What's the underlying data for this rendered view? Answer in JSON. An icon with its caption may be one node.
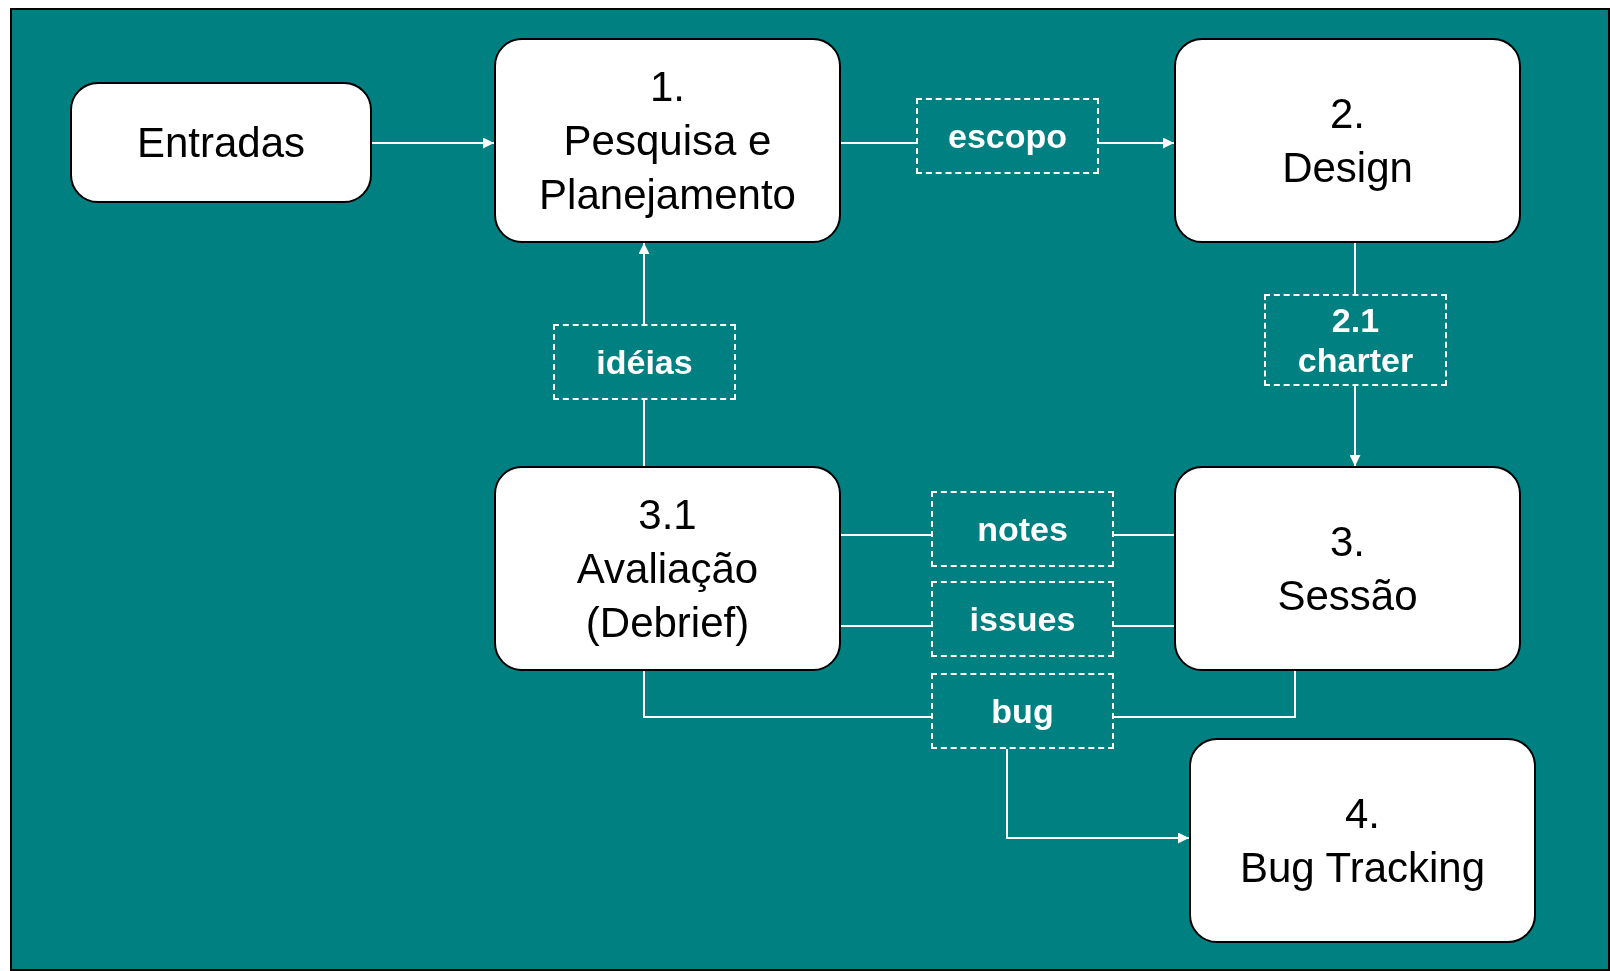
{
  "diagram": {
    "nodes": [
      {
        "text": [
          "Entradas"
        ]
      },
      {
        "text": [
          "1.",
          "Pesquisa e Planejamento"
        ]
      },
      {
        "text": [
          "escopo"
        ]
      },
      {
        "text": [
          "2.",
          "Design"
        ]
      },
      {
        "text": [
          "2.1 charter"
        ]
      },
      {
        "text": [
          "idéias"
        ]
      },
      {
        "text": [
          "3.1",
          "Avaliação (Debrief)"
        ]
      },
      {
        "text": [
          "notes"
        ]
      },
      {
        "text": [
          "3.",
          "Sessão"
        ]
      },
      {
        "text": [
          "issues"
        ]
      },
      {
        "text": [
          "bug"
        ]
      },
      {
        "text": [
          "4.",
          "Bug Tracking"
        ]
      }
    ],
    "edges": [
      {
        "from": 0,
        "to": 1,
        "arrow": "to"
      },
      {
        "from": 1,
        "to": 2,
        "arrow": "none"
      },
      {
        "from": 2,
        "to": 3,
        "arrow": "to"
      },
      {
        "from": 3,
        "to": 4,
        "arrow": "none"
      },
      {
        "from": 4,
        "to": 8,
        "arrow": "to"
      },
      {
        "from": 6,
        "to": 5,
        "arrow": "none"
      },
      {
        "from": 5,
        "to": 1,
        "arrow": "to"
      },
      {
        "from": 8,
        "to": 7,
        "arrow": "none"
      },
      {
        "from": 7,
        "to": 6,
        "arrow": "none"
      },
      {
        "from": 8,
        "to": 9,
        "arrow": "none"
      },
      {
        "from": 9,
        "to": 6,
        "arrow": "none"
      },
      {
        "from": 8,
        "to": 10,
        "arrow": "none"
      },
      {
        "from": 6,
        "to": 10,
        "arrow": "none"
      },
      {
        "from": 10,
        "to": 11,
        "arrow": "to"
      }
    ]
  }
}
